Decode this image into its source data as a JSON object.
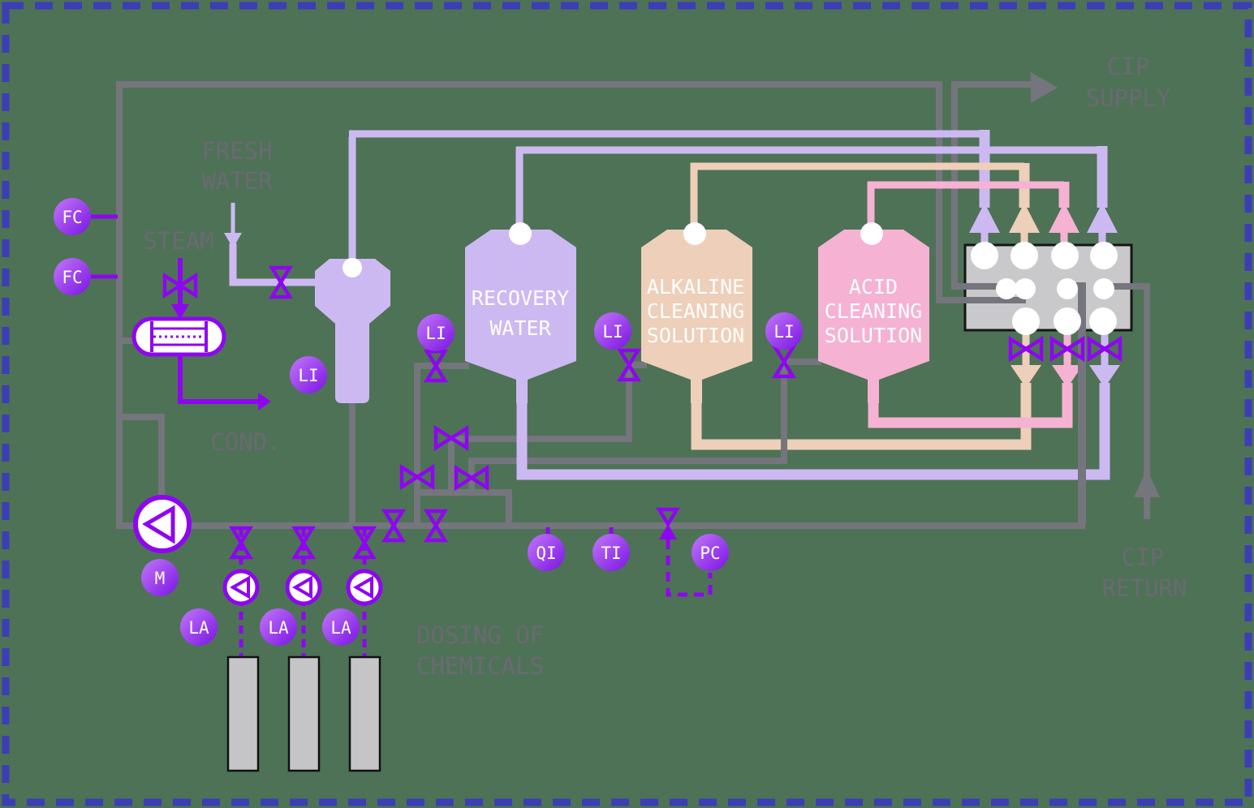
{
  "diagram": {
    "title": "CIP (clean-in-place) station process diagram",
    "labels": {
      "fresh_line1": "FRESH",
      "fresh_line2": "WATER",
      "steam": "STEAM",
      "condensate": "COND.",
      "cip_supply_line1": "CIP",
      "cip_supply_line2": "SUPPLY",
      "cip_return_line1": "CIP",
      "cip_return_line2": "RETURN",
      "dosing_line1": "DOSING OF",
      "dosing_line2": "CHEMICALS"
    },
    "tanks": {
      "recovery": {
        "line1": "RECOVERY",
        "line2": "WATER"
      },
      "alkaline": {
        "line1": "ALKALINE",
        "line2": "CLEANING",
        "line3": "SOLUTION"
      },
      "acid": {
        "line1": "ACID",
        "line2": "CLEANING",
        "line3": "SOLUTION"
      }
    },
    "instruments": {
      "fc_top": "FC",
      "fc_bottom": "FC",
      "li_buffer": "LI",
      "li_recovery": "LI",
      "li_alkaline": "LI",
      "li_acid": "LI",
      "motor": "M",
      "la_1": "LA",
      "la_2": "LA",
      "la_3": "LA",
      "qi": "QI",
      "ti": "TI",
      "pc": "PC"
    },
    "colors": {
      "background": "#4e7256",
      "border_dash": "#3d3db5",
      "pipe_gray": "#75757d",
      "text_gray": "#6a6a73",
      "valve_purple": "#8e06f0",
      "lavender": "#cdb9f2",
      "peach": "#eecfb9",
      "pink": "#f5b2d3",
      "manifold_fill": "#c9c9cb",
      "equipment_gray": "#c5c5c7",
      "white": "#ffffff",
      "instrument_grad_from": "#c177f8",
      "instrument_grad_to": "#7b14e4"
    }
  }
}
